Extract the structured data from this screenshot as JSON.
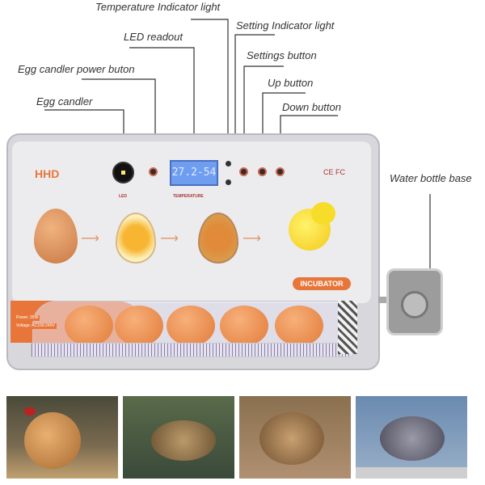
{
  "callouts": {
    "temperature_indicator_light": "Temperature Indicator light",
    "setting_indicator_light": "Setting Indicator light",
    "led_readout": "LED readout",
    "settings_button": "Settings button",
    "egg_candler_power_button": "Egg candler power buton",
    "up_button": "Up button",
    "egg_candler": "Egg candler",
    "down_button": "Down button",
    "water_bottle_base": "Water bottle base"
  },
  "device": {
    "logo": "HHD",
    "lcd_value": "27.2-54",
    "led_label": "LED",
    "temperature_label": "TEMPERATURE",
    "cert": "CE FC",
    "badge": "INCUBATOR",
    "power_text": "Power: 35W",
    "voltage_text": "Voltage: AC100-240V"
  },
  "photos": [
    "chicken",
    "duck",
    "quail",
    "pigeon"
  ],
  "colors": {
    "accent": "#e8763a",
    "lcd": "#6f9ef0"
  }
}
